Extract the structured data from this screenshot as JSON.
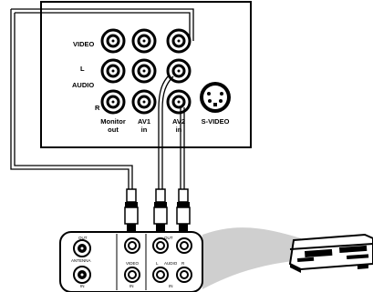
{
  "tv_panel": {
    "row_labels": {
      "video": "VIDEO",
      "audio_l": "L",
      "audio": "AUDIO",
      "audio_r": "R"
    },
    "column_labels": {
      "monitor_out_1": "Monitor",
      "monitor_out_2": "out",
      "av1_1": "AV1",
      "av1_2": "in",
      "av2_1": "AV2",
      "av2_2": "in",
      "svideo": "S-VIDEO"
    }
  },
  "vcr_panel": {
    "out_left": "OUT",
    "antenna": "ANTENNA",
    "in_left": "IN",
    "video": "VIDEO",
    "out_right": "OUT",
    "l": "L",
    "audio": "AUDIO",
    "r": "R",
    "in_video": "IN",
    "in_audio": "IN"
  }
}
